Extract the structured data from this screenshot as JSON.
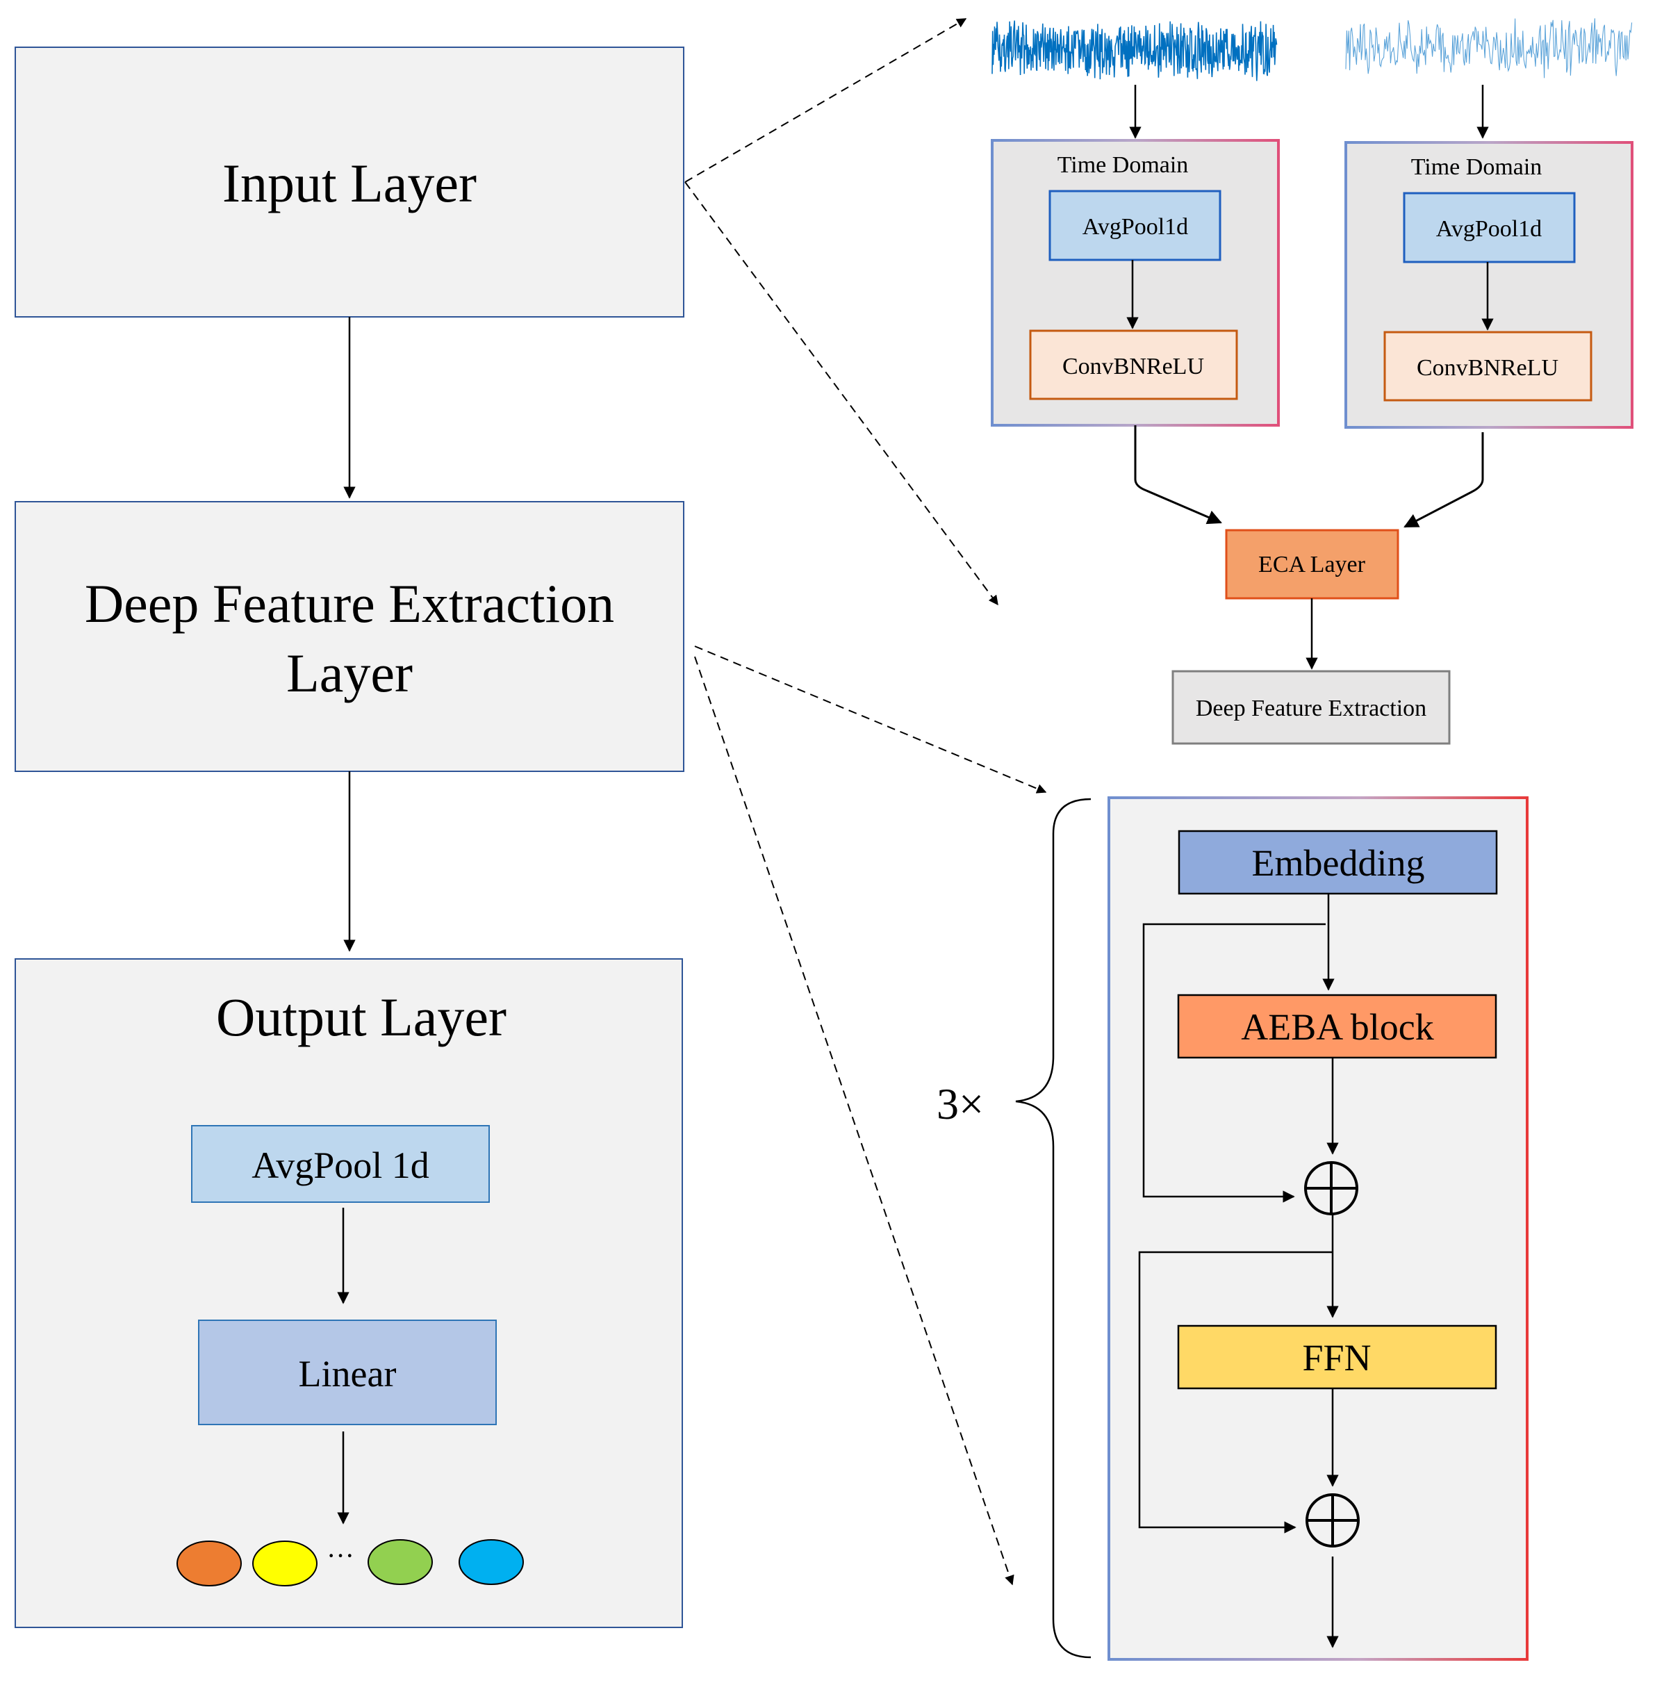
{
  "left_column": {
    "input_layer": "Input Layer",
    "deep_feature_line1": "Deep Feature Extraction",
    "deep_feature_line2": "Layer",
    "output_layer": "Output Layer",
    "avgpool": "AvgPool 1d",
    "linear": "Linear",
    "ellipsis": "···",
    "class_colors": [
      "#ed7d31",
      "#ffff00",
      "#92d050",
      "#00b0f0"
    ]
  },
  "input_detail": {
    "branches": [
      {
        "title": "Time Domain",
        "pool": "AvgPool1d",
        "conv": "ConvBNReLU"
      },
      {
        "title": "Time Domain",
        "pool": "AvgPool1d",
        "conv": "ConvBNReLU"
      }
    ],
    "eca": "ECA Layer",
    "output": "Deep Feature Extraction"
  },
  "transformer_detail": {
    "repeat": "3×",
    "embedding": "Embedding",
    "aeba": "AEBA block",
    "ffn": "FFN"
  },
  "colors": {
    "panel_fill": "#f2f2f2",
    "panel_border": "#2f5597",
    "light_blue": "#bdd7ee",
    "light_blue_border": "#2e75b6",
    "peach": "#fbe5d6",
    "peach_border": "#c55a11",
    "coral": "#f4b183",
    "embedding": "#8faadc",
    "aeba": "#ff9966",
    "ffn": "#ffd966",
    "linear": "#b4c7e7",
    "signal_dark": "#0070c0",
    "signal_light": "#5ba3d9",
    "red_border": "#e83a3a"
  }
}
